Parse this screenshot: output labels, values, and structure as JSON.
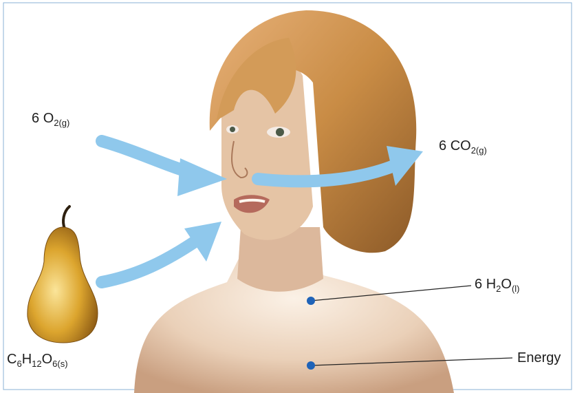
{
  "labels": {
    "oxygen": {
      "coef": "6",
      "formula": "O",
      "sub": "2(g)"
    },
    "carbon_dioxide": {
      "coef": "6",
      "formula": "CO",
      "sub": "2(g)"
    },
    "water": {
      "coef": "6",
      "f1": "H",
      "s1": "2",
      "f2": "O",
      "s2": "(l)"
    },
    "glucose": {
      "f1": "C",
      "s1": "6",
      "f2": "H",
      "s2": "12",
      "f3": "O",
      "s3": "6(s)"
    },
    "energy": "Energy"
  },
  "colors": {
    "arrow": "#8fc8ec",
    "marker_dot": "#1f63b8",
    "pear": "#d8a32c",
    "hair": "#c98c45",
    "skin": "#ecd3bd"
  },
  "icons": {
    "pear": "pear-illustration",
    "person": "child-illustration"
  }
}
